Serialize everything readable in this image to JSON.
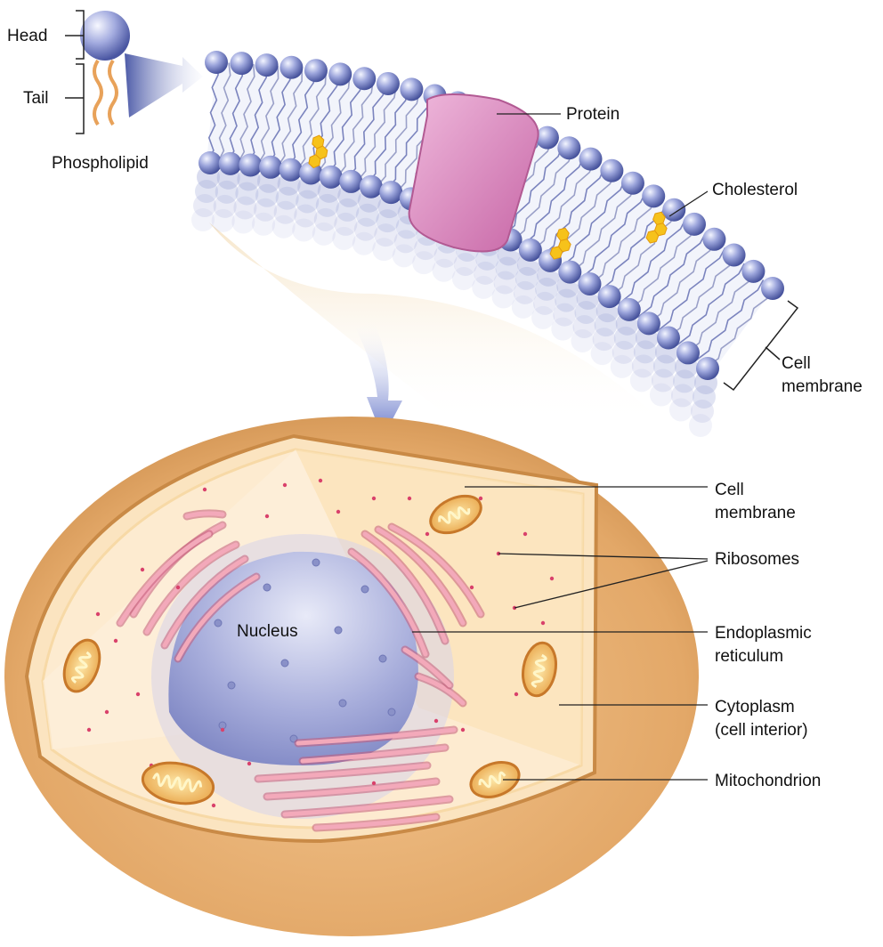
{
  "labels": {
    "head": "Head",
    "tail": "Tail",
    "phospholipid": "Phospholipid",
    "protein": "Protein",
    "cholesterol": "Cholesterol",
    "cell_membrane_top": [
      "Cell",
      "membrane"
    ],
    "cell_membrane_cell": [
      "Cell",
      "membrane"
    ],
    "ribosomes": "Ribosomes",
    "endoplasmic_reticulum": [
      "Endoplasmic",
      "reticulum"
    ],
    "cytoplasm": [
      "Cytoplasm",
      "(cell interior)"
    ],
    "mitochondrion": "Mitochondrion",
    "nucleus": "Nucleus"
  },
  "colors": {
    "phospholipid_head": "#6f78c0",
    "phospholipid_tail": "#e8a25a",
    "protein": "#d98bbd",
    "cholesterol": "#f6c21b",
    "cell_outer": "#e4aa6c",
    "cytoplasm": "#fbe3bd",
    "nucleus": "#9ea6d9",
    "endoplasmic_reticulum": "#e87e98",
    "mitochondrion": "#e59a3c",
    "arrow": "#5d6fc6"
  }
}
